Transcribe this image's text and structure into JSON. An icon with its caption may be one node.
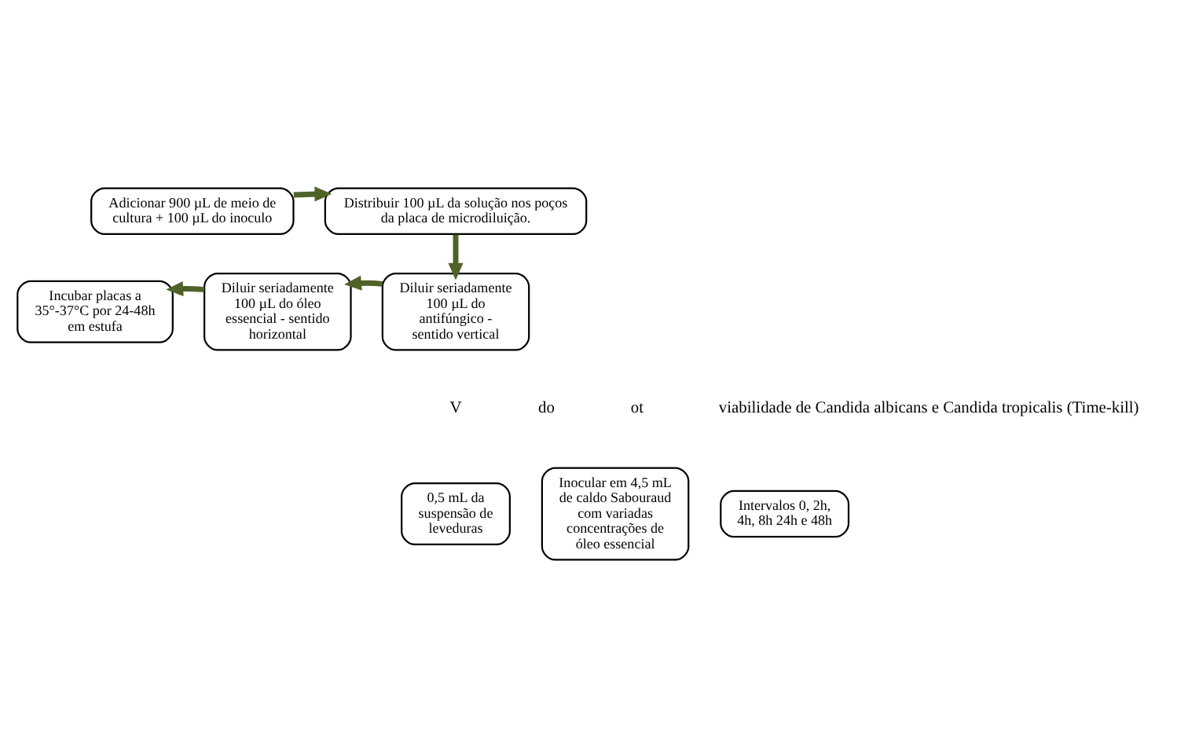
{
  "diagram": {
    "nodes": [
      {
        "text": [
          "Adicionar 900 µL de meio de cultura + 100 µL do inoculo"
        ]
      },
      {
        "text": [
          "Distribuir 100 µL da solução nos poços da placa de microdiluição."
        ]
      },
      {
        "text": [
          "Diluir seriadamente 100 µL do antifúngico - sentido vertical"
        ]
      },
      {
        "text": [
          "Diluir seriadamente 100 µL do óleo essencial - sentido horizontal"
        ]
      },
      {
        "text": [
          "Incubar placas a 35°-37°C por 24-48h em estufa"
        ]
      },
      {
        "text": [
          "0,5 mL da suspensão de leveduras"
        ]
      },
      {
        "text": [
          "Inocular em 4,5 mL de caldo Sabouraud com variadas concentrações de óleo essencial"
        ]
      },
      {
        "text": [
          "Intervalos 0, 2h, 4h, 8h 24h e 48h"
        ]
      }
    ],
    "edges": [
      {
        "from": 0,
        "to": 1,
        "arrow": "to"
      },
      {
        "from": 1,
        "to": 2,
        "arrow": "to"
      },
      {
        "from": 2,
        "to": 3,
        "arrow": "to"
      },
      {
        "from": 3,
        "to": 4,
        "arrow": "to"
      }
    ],
    "labels": [
      "V",
      "do",
      "ot",
      "viabilidade de Candida albicans e Candida tropicalis (Time-kill)"
    ]
  }
}
